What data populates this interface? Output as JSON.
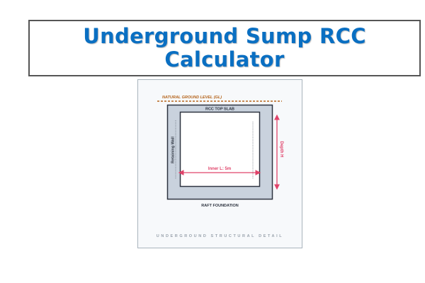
{
  "title": {
    "line1": "Underground Sump RCC",
    "line2": "Calculator"
  },
  "diagram": {
    "ground_level_label": "NATURAL GROUND LEVEL (GL)",
    "top_slab_label": "RCC TOP SLAB",
    "wall_label": "Retaining Wall",
    "inner_length_label": "Inner L: 5m",
    "depth_label": "Depth H",
    "foundation_label": "RAFT FOUNDATION",
    "caption": "UNDERGROUND STRUCTURAL DETAIL",
    "colors": {
      "title": "#0a6fc2",
      "ground_line": "#b5651d",
      "wall_fill": "#c9d2dd",
      "outline": "#2e3440",
      "dimension": "#e0436a",
      "caption": "#9aa3ad",
      "card_bg": "#f7f9fb"
    }
  }
}
